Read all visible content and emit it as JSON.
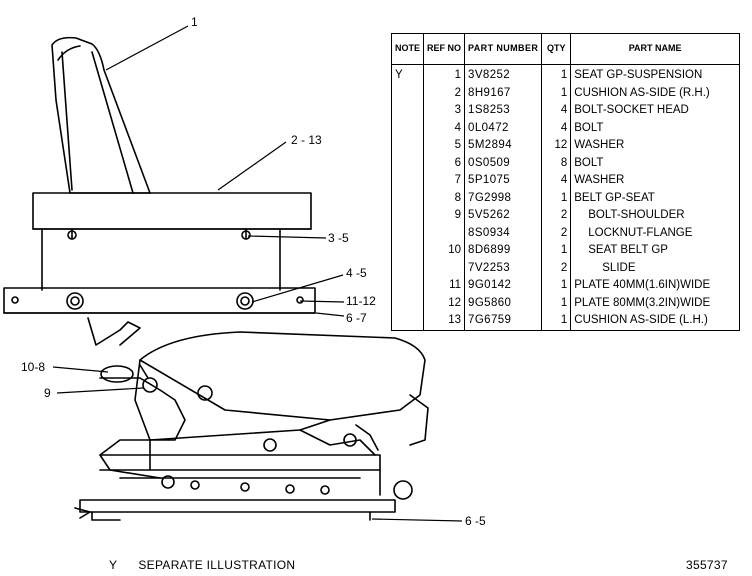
{
  "table": {
    "headers": {
      "note": "NOTE",
      "ref": "REF NO",
      "part": "PART NUMBER",
      "qty": "QTY",
      "name": "PART NAME"
    },
    "rows": [
      {
        "note": "Y",
        "ref": "1",
        "part": "3V8252",
        "qty": "1",
        "name": "SEAT GP-SUSPENSION",
        "indent": 0
      },
      {
        "note": "",
        "ref": "2",
        "part": "8H9167",
        "qty": "1",
        "name": "CUSHION AS-SIDE (R.H.)",
        "indent": 0
      },
      {
        "note": "",
        "ref": "3",
        "part": "1S8253",
        "qty": "4",
        "name": "BOLT-SOCKET HEAD",
        "indent": 0
      },
      {
        "note": "",
        "ref": "4",
        "part": "0L0472",
        "qty": "4",
        "name": "BOLT",
        "indent": 0
      },
      {
        "note": "",
        "ref": "5",
        "part": "5M2894",
        "qty": "12",
        "name": "WASHER",
        "indent": 0
      },
      {
        "note": "",
        "ref": "6",
        "part": "0S0509",
        "qty": "8",
        "name": "BOLT",
        "indent": 0
      },
      {
        "note": "",
        "ref": "7",
        "part": "5P1075",
        "qty": "4",
        "name": "WASHER",
        "indent": 0
      },
      {
        "note": "",
        "ref": "8",
        "part": "7G2998",
        "qty": "1",
        "name": "BELT GP-SEAT",
        "indent": 0
      },
      {
        "note": "",
        "ref": "9",
        "part": "5V5262",
        "qty": "2",
        "name": "BOLT-SHOULDER",
        "indent": 1
      },
      {
        "note": "",
        "ref": "",
        "part": "8S0934",
        "qty": "2",
        "name": "LOCKNUT-FLANGE",
        "indent": 1
      },
      {
        "note": "",
        "ref": "10",
        "part": "8D6899",
        "qty": "1",
        "name": "SEAT BELT GP",
        "indent": 1
      },
      {
        "note": "",
        "ref": "",
        "part": "7V2253",
        "qty": "2",
        "name": "SLIDE",
        "indent": 2
      },
      {
        "note": "",
        "ref": "11",
        "part": "9G0142",
        "qty": "1",
        "name": "PLATE 40MM(1.6IN)WIDE",
        "indent": 0
      },
      {
        "note": "",
        "ref": "12",
        "part": "9G5860",
        "qty": "1",
        "name": "PLATE 80MM(3.2IN)WIDE",
        "indent": 0
      },
      {
        "note": "",
        "ref": "13",
        "part": "7G6759",
        "qty": "1",
        "name": "CUSHION AS-SIDE (L.H.)",
        "indent": 0
      }
    ]
  },
  "callouts": {
    "c1": "1",
    "c2_13": "2 - 13",
    "c3_5": "3 -5",
    "c4_5": "4 -5",
    "c11_12": "11-12",
    "c6_7": "6 -7",
    "c10_8": "10-8",
    "c9": "9",
    "c6_5": "6 -5"
  },
  "footer": {
    "note_key": "Y",
    "note_text": "SEPARATE ILLUSTRATION",
    "drawing_number": "355737"
  }
}
